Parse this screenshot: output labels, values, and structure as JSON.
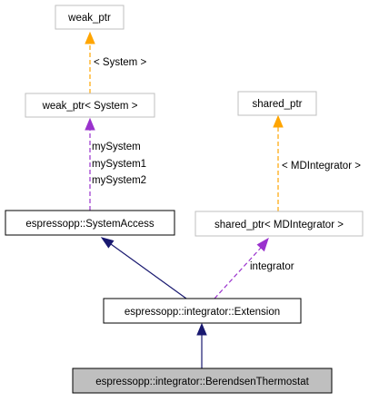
{
  "nodes": {
    "weak_ptr": {
      "label": "weak_ptr"
    },
    "weak_ptr_system": {
      "label": "weak_ptr< System >"
    },
    "shared_ptr": {
      "label": "shared_ptr"
    },
    "system_access": {
      "label": "espressopp::SystemAccess"
    },
    "shared_ptr_mdintegrator": {
      "label": "shared_ptr< MDIntegrator >"
    },
    "extension": {
      "label": "espressopp::integrator::Extension"
    },
    "berendsen": {
      "label": "espressopp::integrator::BerendsenThermostat"
    }
  },
  "edges": {
    "weak_template_label": "< System >",
    "shared_template_label": "< MDIntegrator >",
    "my_system_labels": [
      "mySystem",
      "mySystem1",
      "mySystem2"
    ],
    "integrator_label": "integrator"
  },
  "colors": {
    "template_edge": "#ffa500",
    "usage_edge": "#9a32cd",
    "inheritance_edge": "#191970",
    "focus_fill": "#bfbfbf",
    "gray_border": "#bfbfbf"
  }
}
